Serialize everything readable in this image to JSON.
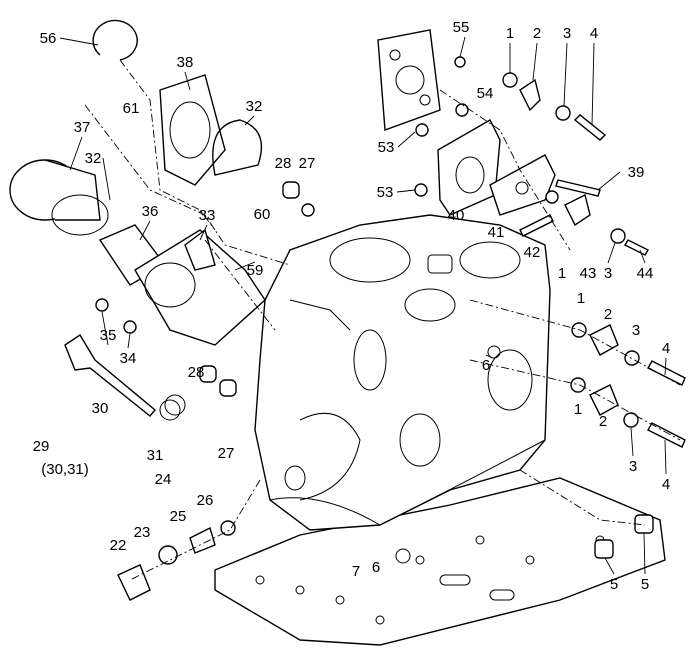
{
  "diagram": {
    "title": "Exploded view of cylinder head / crankcase assembly",
    "callouts": [
      "56",
      "38",
      "32",
      "61",
      "37",
      "32",
      "36",
      "33",
      "28",
      "27",
      "60",
      "59",
      "35",
      "34",
      "28",
      "30",
      "29",
      "(30,31)",
      "31",
      "27",
      "24",
      "26",
      "25",
      "23",
      "22",
      "7",
      "6",
      "5",
      "5",
      "55",
      "1",
      "2",
      "3",
      "4",
      "54",
      "53",
      "53",
      "39",
      "40",
      "41",
      "42",
      "1",
      "43",
      "3",
      "44",
      "1",
      "2",
      "3",
      "4",
      "6",
      "1",
      "2",
      "3",
      "4"
    ]
  }
}
